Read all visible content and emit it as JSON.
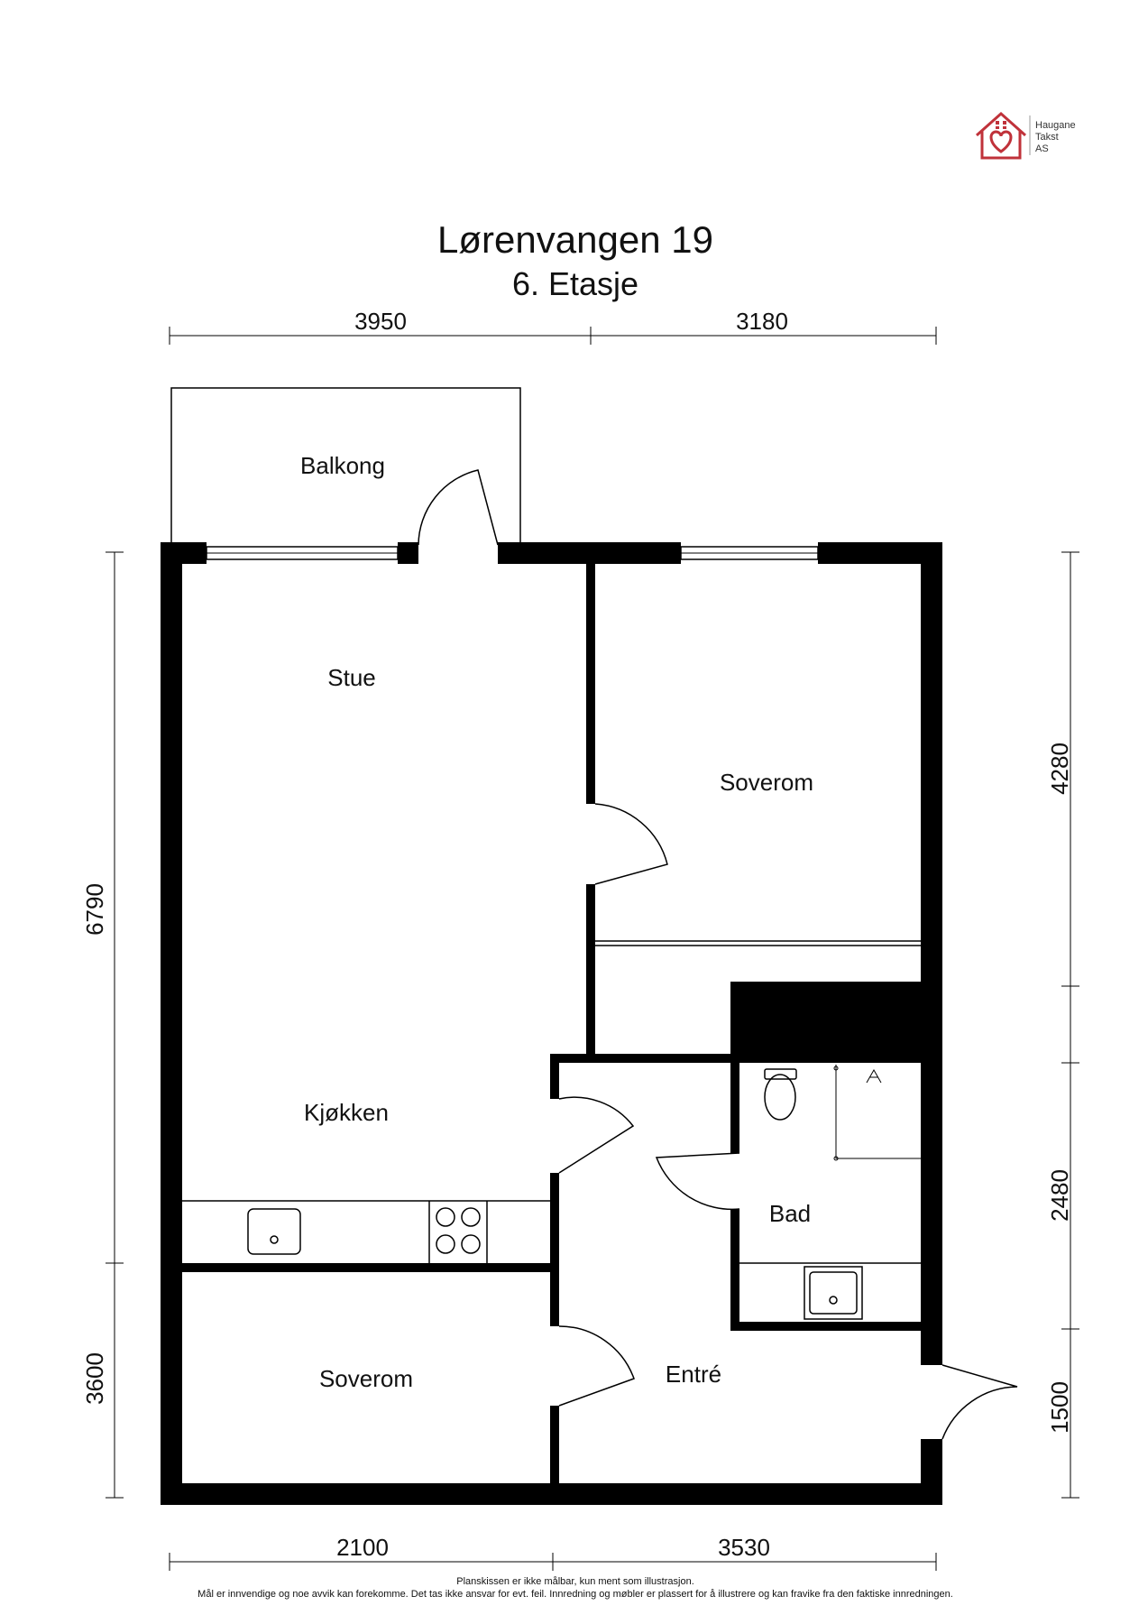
{
  "company": {
    "name_lines": [
      "Haugane",
      "Takst",
      "AS"
    ],
    "brand_color": "#c0323a"
  },
  "title": "Lørenvangen 19",
  "subtitle": "6. Etasje",
  "dimensions": {
    "top_left": "3950",
    "top_right": "3180",
    "bottom_left": "2100",
    "bottom_right": "3530",
    "left_upper": "6790",
    "left_lower": "3600",
    "right_upper": "4280",
    "right_middle": "2480",
    "right_lower": "1500"
  },
  "rooms": {
    "balkong": "Balkong",
    "stue": "Stue",
    "soverom_upper": "Soverom",
    "kjokken": "Kjøkken",
    "bad": "Bad",
    "soverom_lower": "Soverom",
    "entre": "Entré"
  },
  "disclaimer": {
    "line1": "Planskissen er ikke målbar, kun ment som illustrasjon.",
    "line2": "Mål er innvendige og noe avvik kan forekomme. Det tas ikke ansvar for evt. feil. Innredning og møbler er plassert for å illustrere og kan fravike fra den faktiske innredningen."
  }
}
